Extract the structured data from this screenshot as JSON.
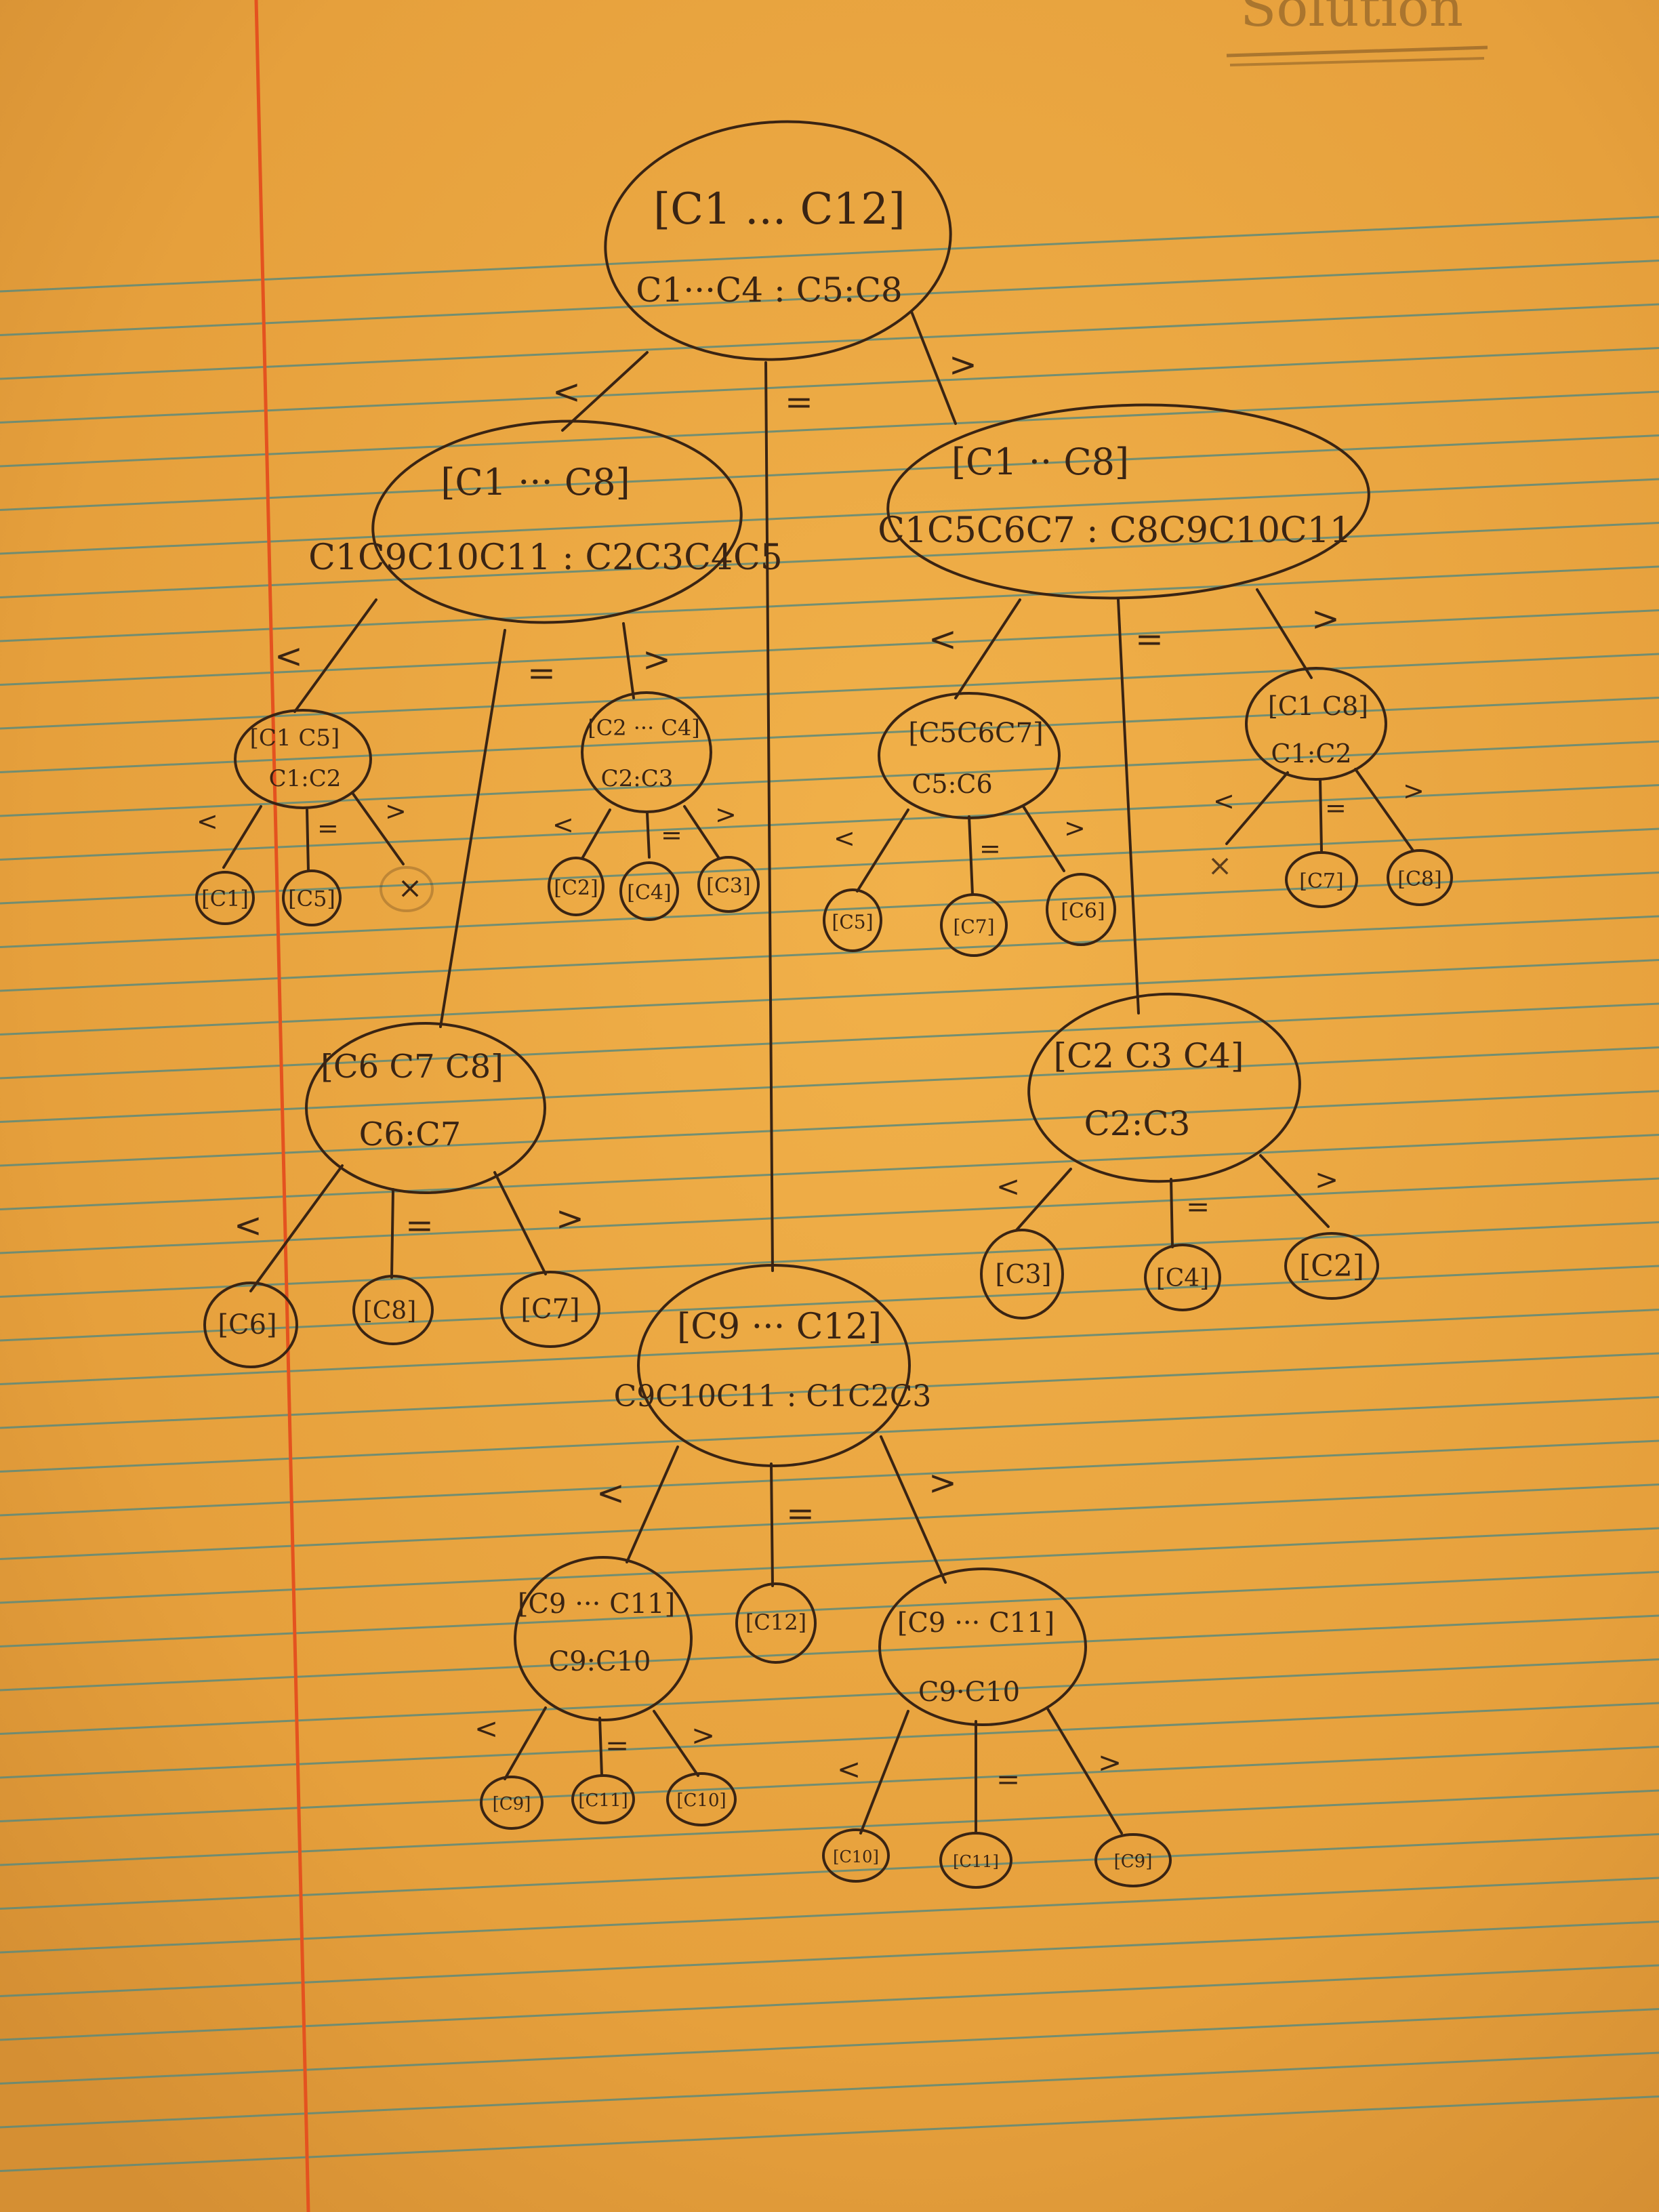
{
  "corner_note": "Solution",
  "nodes": [
    {
      "id": "root",
      "label": "[C1 ... C12]",
      "weighing": "C1···C4 : C5:C8"
    },
    {
      "id": "lt",
      "label": "[C1 ··· C8]",
      "weighing": "C1C9C10C11 : C2C3C4C5"
    },
    {
      "id": "gt",
      "label": "[C1 ·· C8]",
      "weighing": "C1C5C6C7 : C8C9C10C11"
    },
    {
      "id": "eq",
      "label": "[C9 ··· C12]",
      "weighing": "C9C10C11 : C1C2C3"
    },
    {
      "id": "lt_lt",
      "label": "[C1 C5]",
      "weighing": "C1:C2"
    },
    {
      "id": "lt_gt",
      "label": "[C2 ··· C4]",
      "weighing": "C2:C3"
    },
    {
      "id": "lt_eq",
      "label": "[C6 C7 C8]",
      "weighing": "C6:C7"
    },
    {
      "id": "gt_lt",
      "label": "[C5C6C7]",
      "weighing": "C5:C6"
    },
    {
      "id": "gt_gt",
      "label": "[C1 C8]",
      "weighing": "C1:C2"
    },
    {
      "id": "gt_eq",
      "label": "[C2 C3 C4]",
      "weighing": "C2:C3"
    },
    {
      "id": "eq_lt",
      "label": "[C9 ··· C11]",
      "weighing": "C9:C10"
    },
    {
      "id": "eq_gt",
      "label": "[C9 ··· C11]",
      "weighing": "C9·C10"
    }
  ],
  "leaves": [
    {
      "id": "l1",
      "label": "[C1]"
    },
    {
      "id": "l2",
      "label": "[C5]"
    },
    {
      "id": "l3",
      "label": "×"
    },
    {
      "id": "l4",
      "label": "[C2]"
    },
    {
      "id": "l5",
      "label": "[C4]"
    },
    {
      "id": "l6",
      "label": "[C3]"
    },
    {
      "id": "l7",
      "label": "[C5]"
    },
    {
      "id": "l8",
      "label": "[C7]"
    },
    {
      "id": "l9",
      "label": "[C6]"
    },
    {
      "id": "l10",
      "label": "×"
    },
    {
      "id": "l11",
      "label": "[C7]"
    },
    {
      "id": "l12",
      "label": "[C8]"
    },
    {
      "id": "l13",
      "label": "[C6]"
    },
    {
      "id": "l14",
      "label": "[C8]"
    },
    {
      "id": "l15",
      "label": "[C7]"
    },
    {
      "id": "l16",
      "label": "[C3]"
    },
    {
      "id": "l17",
      "label": "[C4]"
    },
    {
      "id": "l18",
      "label": "[C2]"
    },
    {
      "id": "l19",
      "label": "[C12]"
    },
    {
      "id": "l20",
      "label": "[C9]"
    },
    {
      "id": "l21",
      "label": "[C11]"
    },
    {
      "id": "l22",
      "label": "[C10]"
    },
    {
      "id": "l23",
      "label": "[C10]"
    },
    {
      "id": "l24",
      "label": "[C11]"
    },
    {
      "id": "l25",
      "label": "[C9]"
    }
  ],
  "edges": [
    {
      "id": "e_root_lt",
      "label": "<"
    },
    {
      "id": "e_root_eq",
      "label": "="
    },
    {
      "id": "e_root_gt",
      "label": ">"
    },
    {
      "id": "e_lt_lt",
      "label": "<"
    },
    {
      "id": "e_lt_eq",
      "label": "="
    },
    {
      "id": "e_lt_gt",
      "label": ">"
    },
    {
      "id": "e_gt_lt",
      "label": "<"
    },
    {
      "id": "e_gt_eq",
      "label": "="
    },
    {
      "id": "e_gt_gt",
      "label": ">"
    },
    {
      "id": "e_ltlt_1",
      "label": "<"
    },
    {
      "id": "e_ltlt_2",
      "label": "="
    },
    {
      "id": "e_ltlt_3",
      "label": ">"
    },
    {
      "id": "e_ltgt_1",
      "label": "<"
    },
    {
      "id": "e_ltgt_2",
      "label": "="
    },
    {
      "id": "e_ltgt_3",
      "label": ">"
    },
    {
      "id": "e_gtlt_1",
      "label": "<"
    },
    {
      "id": "e_gtlt_2",
      "label": "="
    },
    {
      "id": "e_gtlt_3",
      "label": ">"
    },
    {
      "id": "e_gtgt_1",
      "label": "<"
    },
    {
      "id": "e_gtgt_2",
      "label": "="
    },
    {
      "id": "e_gtgt_3",
      "label": ">"
    },
    {
      "id": "e_lteq_1",
      "label": "<"
    },
    {
      "id": "e_lteq_2",
      "label": "="
    },
    {
      "id": "e_lteq_3",
      "label": ">"
    },
    {
      "id": "e_gteq_1",
      "label": "<"
    },
    {
      "id": "e_gteq_2",
      "label": "="
    },
    {
      "id": "e_gteq_3",
      "label": ">"
    },
    {
      "id": "e_eq_lt",
      "label": "<"
    },
    {
      "id": "e_eq_eq",
      "label": "="
    },
    {
      "id": "e_eq_gt",
      "label": ">"
    },
    {
      "id": "e_eqlt_1",
      "label": "<"
    },
    {
      "id": "e_eqlt_2",
      "label": "="
    },
    {
      "id": "e_eqlt_3",
      "label": ">"
    },
    {
      "id": "e_eqgt_1",
      "label": "<"
    },
    {
      "id": "e_eqgt_2",
      "label": "="
    },
    {
      "id": "e_eqgt_3",
      "label": ">"
    }
  ],
  "colors": {
    "paper": "#e9a43f",
    "ruled_line": "#5d8a7a",
    "margin_line": "#e4521f",
    "pencil": "#3a2413"
  }
}
